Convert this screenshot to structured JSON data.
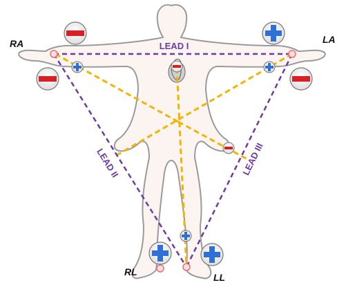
{
  "leads": {
    "lead1": "LEAD I",
    "lead2": "LEAD II",
    "lead3": "LEAD III"
  },
  "electrodes": {
    "ra": "RA",
    "la": "LA",
    "rl": "RL",
    "ll": "LL"
  },
  "colors": {
    "lead_lines": "#6a3aa8",
    "axis_lines": "#f4b400",
    "positive": "#2f6fd6",
    "negative": "#d81f26",
    "body_fill": "#fbf4f1",
    "body_stroke": "#9a9a9a",
    "electrode": "#f36b6b"
  },
  "icons": [
    "plus-icon",
    "minus-icon",
    "heart-icon",
    "electrode-dot"
  ]
}
